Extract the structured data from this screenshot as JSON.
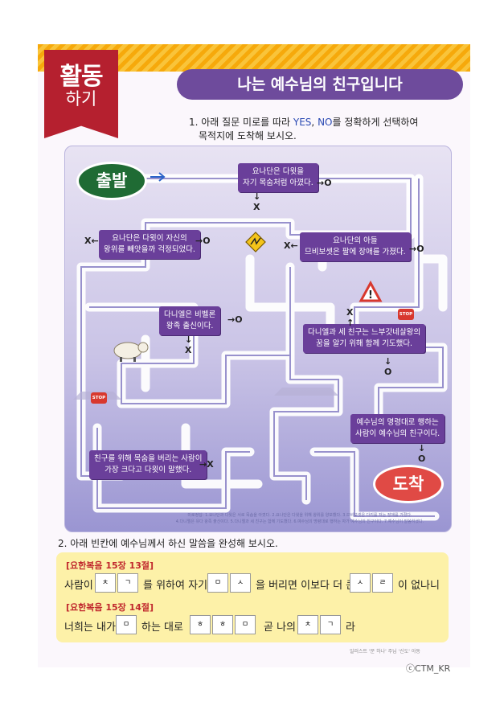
{
  "ribbon": {
    "line1": "활동",
    "line2": "하기"
  },
  "title": "나는 예수님의 친구입니다",
  "instruction": {
    "line1_pre": "1. 아래 질문 미로를 따라 ",
    "yes": "YES",
    "comma": ", ",
    "no": "NO",
    "line1_post": "를 정확하게 선택하여",
    "line2": "목적지에 도착해 보시오."
  },
  "maze": {
    "start": "출발",
    "finish": "도착",
    "stop": "STOP",
    "boxes": [
      {
        "line1": "요나단은 다윗을",
        "line2": "자기 목숨처럼 아꼈다.",
        "o": "O",
        "x": "X"
      },
      {
        "line1": "요나단은 다윗이 자신의",
        "line2": "왕위를 빼앗을까 걱정되었다.",
        "o": "O",
        "x": "X"
      },
      {
        "line1": "요나단의 아들",
        "line2": "므비보셋은 팔에 장애를 가졌다.",
        "o": "O",
        "x": "X"
      },
      {
        "line1": "다니엘은 비벨론",
        "line2": "왕족 출신이다.",
        "o": "O",
        "x": "X"
      },
      {
        "line1": "다니엘과 세 친구는 느부갓네살왕의",
        "line2": "꿈을 알기 위해 함께 기도했다.",
        "o": "O",
        "x": "X"
      },
      {
        "line1": "예수님의 명령대로 행하는",
        "line2": "사람이 예수님의 친구이다.",
        "o": "O"
      },
      {
        "line1": "친구를 위해 목숨을 버리는 사람이",
        "line2": "가장 크다고 다윗이 말했다.",
        "x": "X"
      }
    ],
    "footnote1": "미로정답: 1.요나단과 다윗은 서로 목숨을 아꼈다. 2.요나단은 다윗을 위해 왕위를 양보했다. 3.므비보셋은 다리를 저는 장애를 가졌다.",
    "footnote2": "4.다니엘은 유다 왕족 출신이다. 5.다니엘과 세 친구는 함께 기도했다. 6.예수님의 명령대로 행하는 자가 예수님의 친구이다. 7.예수님이 말씀하셨다."
  },
  "question2": "2. 아래 빈칸에 예수님께서 하신 말씀을 완성해 보시오.",
  "verse1": {
    "ref": "[요한복음 15장 13절]",
    "t1": "사람이",
    "c1": "ㅊ",
    "c2": "ㄱ",
    "t2": "를 위하여 자기",
    "c3": "ㅁ",
    "c4": "ㅅ",
    "t3": "을 버리면 이보다 더 큰",
    "c5": "ㅅ",
    "c6": "ㄹ",
    "t4": "이 없나니"
  },
  "verse2": {
    "ref": "[요한복음 15장 14절]",
    "t1": "너희는 내가",
    "c1": "ㅁ",
    "t2": "하는 대로",
    "c2": "ㅎ",
    "c3": "ㅎ",
    "c4": "ㅁ",
    "t3": "곧 나의",
    "c5": "ㅊ",
    "c6": "ㄱ",
    "t4": "라"
  },
  "credit": "일러스트 '문 하나' 주님 '신도' 아동",
  "copyright": "ⓒCTM_KR"
}
